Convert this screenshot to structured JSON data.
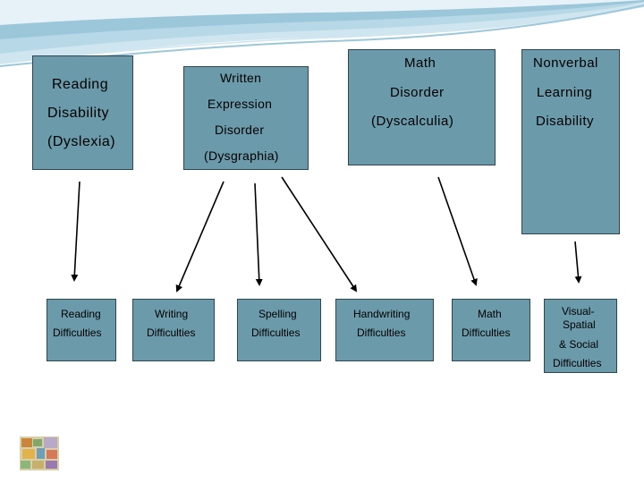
{
  "colors": {
    "box_fill": "#6b9aaa",
    "box_border": "#2e4650",
    "band_light": "#cfe6f0",
    "band_mid": "#9cc7da"
  },
  "disorders": {
    "reading": {
      "line1": "Reading",
      "line2": "Disability",
      "line3": "(Dyslexia)"
    },
    "written": {
      "line1": "Written",
      "line2": "Expression",
      "line3": "Disorder",
      "line4": "(Dysgraphia)"
    },
    "math": {
      "line1": "Math",
      "line2": "Disorder",
      "line3": "(Dyscalculia)"
    },
    "nonverbal": {
      "line1": "Nonverbal",
      "line2": "Learning",
      "line3": "Disability"
    }
  },
  "difficulties": [
    {
      "line1": "Reading",
      "line2": "Difficulties"
    },
    {
      "line1": "Writing",
      "line2": "Difficulties"
    },
    {
      "line1": "Spelling",
      "line2": "Difficulties"
    },
    {
      "line1": "Handwriting",
      "line2": "Difficulties"
    },
    {
      "line1": "Math",
      "line2": "Difficulties"
    },
    {
      "line1": "Visual-",
      "line2": "Spatial",
      "line3": "& Social",
      "line4": "Difficulties"
    }
  ],
  "logo_icon": "collage-thumbnail-icon"
}
